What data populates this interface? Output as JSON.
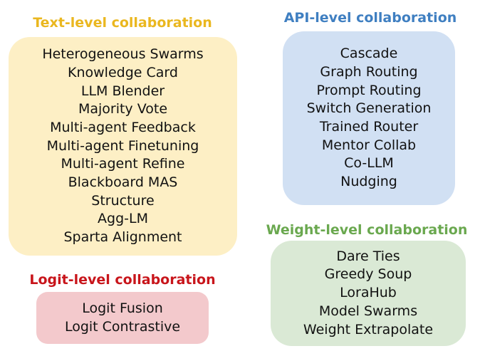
{
  "groups": {
    "text": {
      "title": "Text-level collaboration",
      "color": "#eab71f",
      "fill": "#fdefc5",
      "items": [
        "Heterogeneous Swarms",
        "Knowledge Card",
        "LLM Blender",
        "Majority Vote",
        "Multi-agent Feedback",
        "Multi-agent Finetuning",
        "Multi-agent Refine",
        "Blackboard MAS",
        "Structure",
        "Agg-LM",
        "Sparta Alignment"
      ]
    },
    "api": {
      "title": "API-level collaboration",
      "color": "#3f7fc1",
      "fill": "#d1e0f3",
      "items": [
        "Cascade",
        "Graph Routing",
        "Prompt Routing",
        "Switch Generation",
        "Trained Router",
        "Mentor Collab",
        "Co-LLM",
        "Nudging"
      ]
    },
    "weight": {
      "title": "Weight-level collaboration",
      "color": "#6aa84f",
      "fill": "#dae9d5",
      "items": [
        "Dare Ties",
        "Greedy Soup",
        "LoraHub",
        "Model Swarms",
        "Weight Extrapolate"
      ]
    },
    "logit": {
      "title": "Logit-level collaboration",
      "color": "#c8151b",
      "fill": "#f3c9cc",
      "items": [
        "Logit Fusion",
        "Logit Contrastive"
      ]
    }
  }
}
